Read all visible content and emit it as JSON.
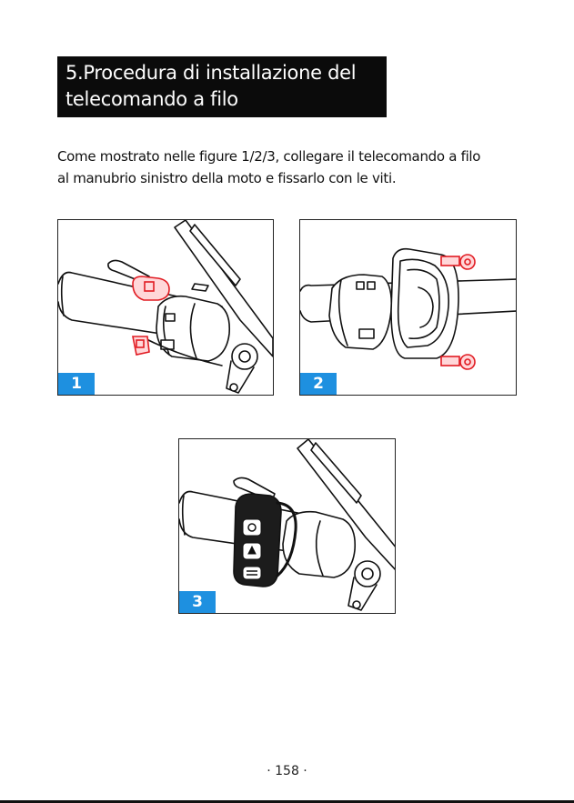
{
  "section": {
    "title_lines": [
      "5.Procedura di installazione del",
      "telecomando a filo"
    ]
  },
  "intro_lines": [
    "Come mostrato nelle figure 1/2/3, collegare il telecomando a filo",
    "al manubrio sinistro della moto e fissarlo con le viti."
  ],
  "figures": [
    {
      "label": "1"
    },
    {
      "label": "2"
    },
    {
      "label": "3"
    }
  ],
  "colors": {
    "badge": "#1e90e0",
    "screw": "#e11b22"
  },
  "footer": {
    "page": "· 158 ·"
  }
}
